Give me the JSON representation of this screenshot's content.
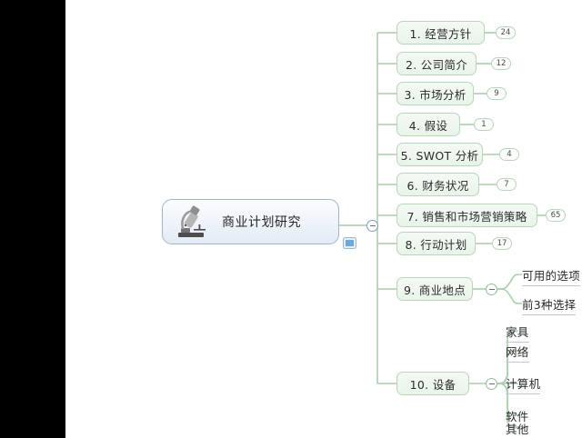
{
  "root": {
    "label": "商业计划研究",
    "icon": "microscope-icon",
    "note_icon": "note-attachment-icon",
    "toggle": "collapse-toggle-root"
  },
  "branches": [
    {
      "label": "1. 经营方针",
      "badge": "24"
    },
    {
      "label": "2. 公司简介",
      "badge": "12"
    },
    {
      "label": "3. 市场分析",
      "badge": "9"
    },
    {
      "label": "4. 假设",
      "badge": "1"
    },
    {
      "label": "5. SWOT 分析",
      "badge": "4"
    },
    {
      "label": "6. 财务状况",
      "badge": "7"
    },
    {
      "label": "7. 销售和市场营销策略",
      "badge": "65"
    },
    {
      "label": "8. 行动计划",
      "badge": "17"
    },
    {
      "label": "9. 商业地点",
      "badge": null
    },
    {
      "label": "10. 设备",
      "badge": null
    }
  ],
  "location_children": [
    {
      "label": "可用的选项"
    },
    {
      "label": "前3种选择"
    }
  ],
  "equipment_children": [
    {
      "label": "家具"
    },
    {
      "label": "网络"
    },
    {
      "label": "计算机"
    },
    {
      "label": "软件"
    },
    {
      "label": "其他"
    }
  ],
  "colors": {
    "branch_border": "#b9d6bb",
    "branch_fill": "#eef6ee",
    "root_border": "#9db6d0",
    "root_fill": "#eef3f9",
    "connector": "#a9cfae",
    "leaf_underline": "#c3c9d4",
    "sidebar": "#000000"
  }
}
